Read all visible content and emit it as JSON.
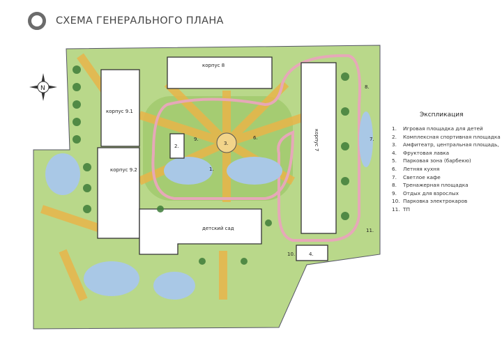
{
  "title": "СХЕМА ГЕНЕРАЛЬНОГО ПЛАНА",
  "compass": "N",
  "buildings": {
    "b8": "корпус 8",
    "b91": "корпус 9.1",
    "b92": "корпус 9.2",
    "b7": "корпус 7",
    "kindergarten": "детский сад"
  },
  "markers": [
    "1.",
    "2.",
    "3.",
    "4.",
    "6.",
    "7.",
    "8.",
    "9.",
    "10.",
    "11."
  ],
  "legend": {
    "title": "Экспликация",
    "items": [
      {
        "n": "1.",
        "label": "Игровая площадка для детей"
      },
      {
        "n": "2.",
        "label": "Комплексная спортивная площадка"
      },
      {
        "n": "3.",
        "label": "Амфитеатр, центральная площадь,"
      },
      {
        "n": "4.",
        "label": "Фруктовая лавка"
      },
      {
        "n": "5.",
        "label": "Парковая зона (барбекю)"
      },
      {
        "n": "6.",
        "label": "Летняя кухня"
      },
      {
        "n": "7.",
        "label": "Светлое кафе"
      },
      {
        "n": "8.",
        "label": "Тренажерная площадка"
      },
      {
        "n": "9.",
        "label": "Отдых для взрослых"
      },
      {
        "n": "10.",
        "label": "Парковка электрокаров"
      },
      {
        "n": "11.",
        "label": "ТП"
      }
    ]
  },
  "colors": {
    "grass": "#9cc46a",
    "path": "#e8b54a",
    "track": "#e6a8b8",
    "water": "#a9c8e6",
    "tree": "#3f7d3a"
  }
}
